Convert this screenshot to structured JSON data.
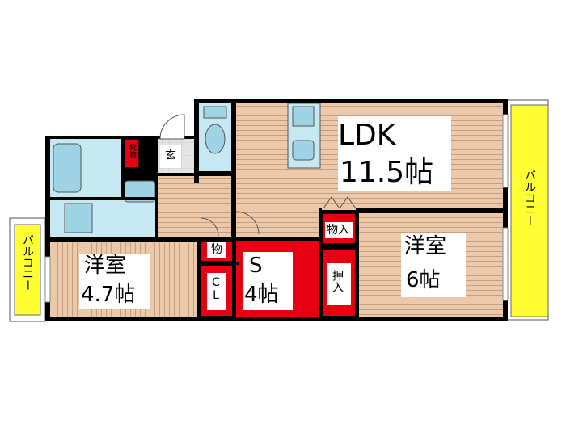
{
  "rooms": {
    "ldk": {
      "name": "LDK",
      "size": "11.5帖"
    },
    "western_right": {
      "name": "洋室",
      "size": "6帖"
    },
    "western_left": {
      "name": "洋室",
      "size": "4.7帖"
    },
    "storage_s": {
      "name": "S",
      "size": "4帖"
    },
    "closet_cl": "CL",
    "storage_mono": "物",
    "storage_monoire": "物入",
    "oshiire": "押入",
    "genkan": "玄",
    "kuutsuki": "靴箱"
  },
  "balconies": {
    "right": "バルコニー",
    "left": "バルコニー"
  },
  "colors": {
    "wall": "#000000",
    "floor_wood": "#e9c6a8",
    "floor_line": "#c99f85",
    "wet_area": "#c5e8f2",
    "storage_red": "#e60012",
    "balcony_yellow": "#ffff33",
    "tile": "#d9d9d9"
  }
}
